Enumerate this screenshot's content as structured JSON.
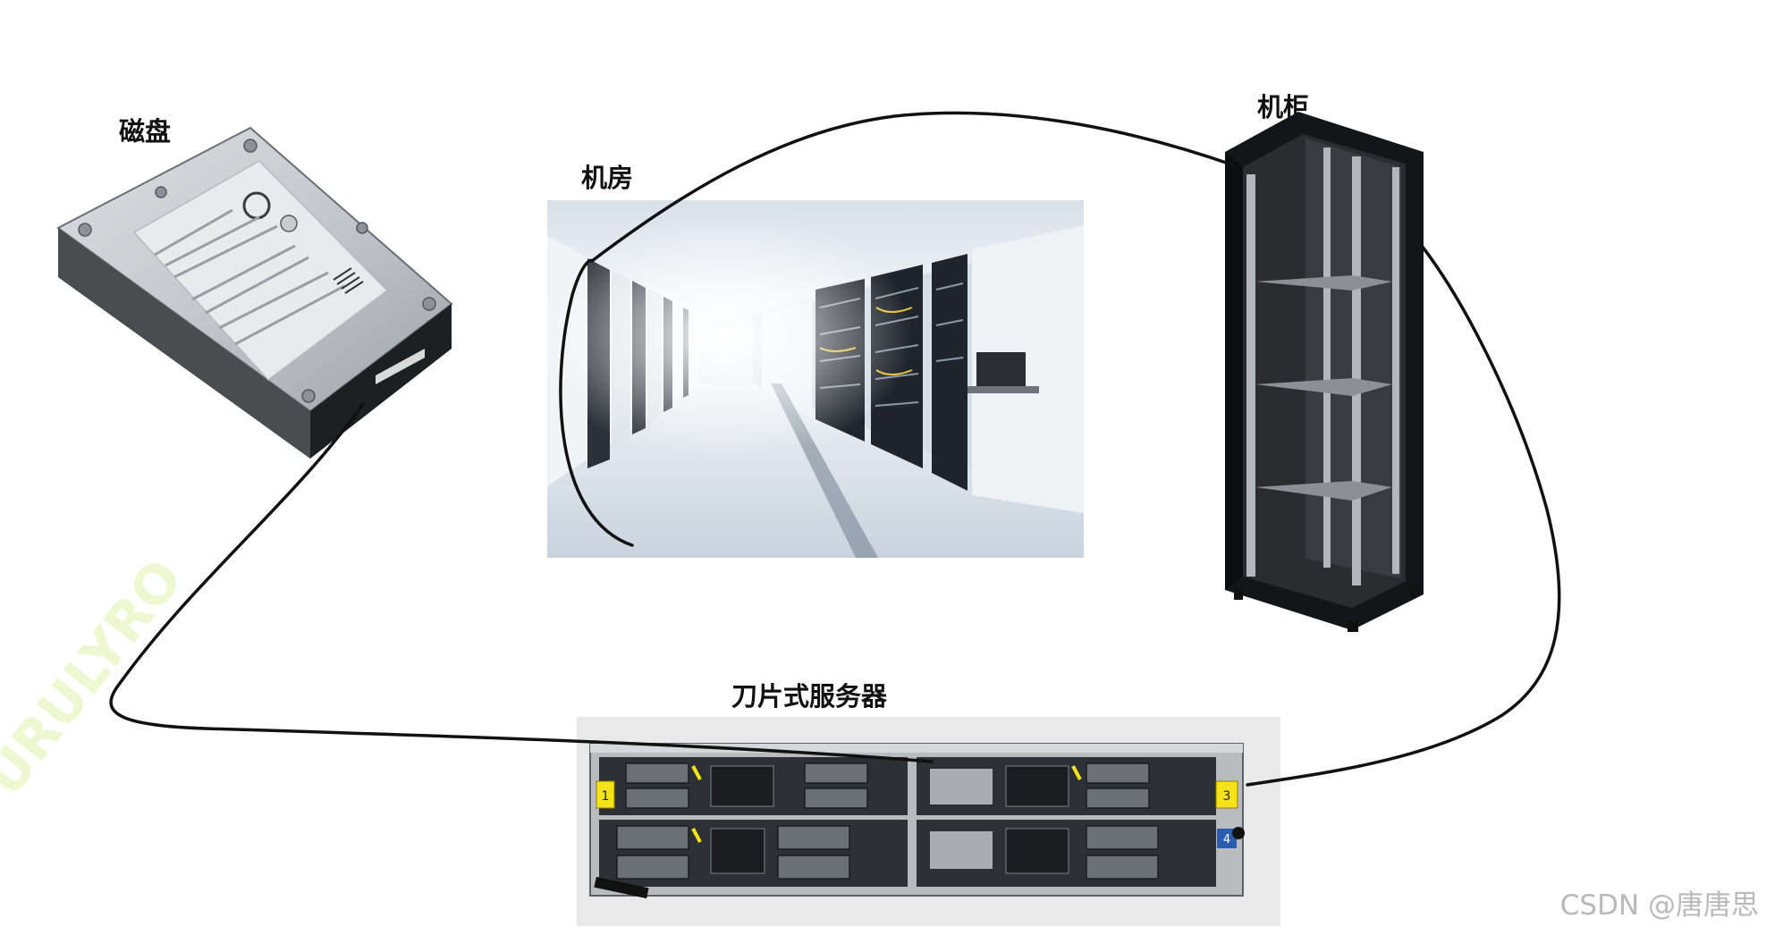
{
  "labels": {
    "disk": "磁盘",
    "machine_room": "机房",
    "cabinet": "机柜",
    "blade_server": "刀片式服务器"
  },
  "watermark": "CSDN @唐唐思",
  "ghost_watermark": "URULYRO",
  "colors": {
    "connector": "#111111",
    "label_text": "#111111",
    "tray_yellow": "#f5e31a",
    "metal_gray": "#a7aaae"
  }
}
